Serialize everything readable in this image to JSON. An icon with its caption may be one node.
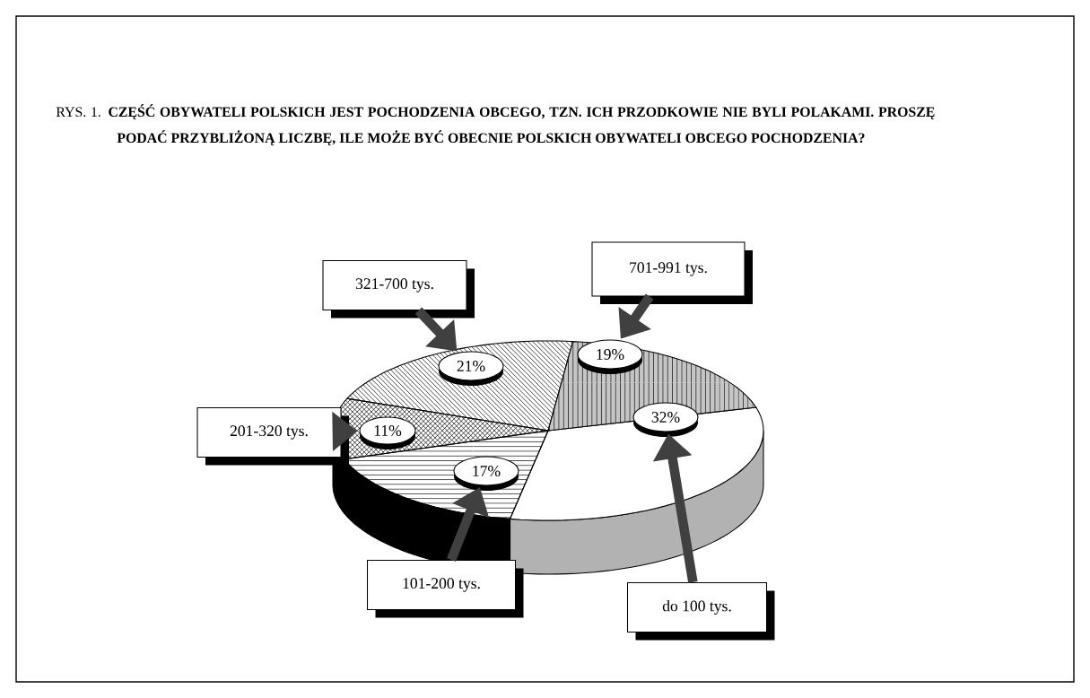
{
  "diagram": {
    "title": "RYS. 1. **CZĘŚĆ OBYWATELI POLSKICH JEST POCHODZENIA OBCEGO, TZN. ICH PRZODKOWIE NIE BYLI POLAKAMI. PROSZĘ PODAĆ PRZYBLIŻONĄ LICZBĘ, ILE MOŻE BYĆ OBECNIE POLSKICH OBYWATELI OBCEGO POCHODZENIA?**",
    "nodes": [
      {
        "text": [
          "321-700 tys."
        ]
      },
      {
        "text": [
          "701-991 tys."
        ]
      },
      {
        "text": [
          "21%"
        ]
      },
      {
        "text": [
          "19%"
        ]
      },
      {
        "text": [
          "201-320 tys."
        ]
      },
      {
        "text": [
          "11%"
        ]
      },
      {
        "text": [
          "32%"
        ]
      },
      {
        "text": [
          "17%"
        ]
      },
      {
        "text": [
          "101-200 tys."
        ]
      },
      {
        "text": [
          "do 100 tys."
        ]
      }
    ],
    "edges": [
      {
        "from": 0,
        "to": 2,
        "arrow": "to"
      },
      {
        "from": 1,
        "to": 3,
        "arrow": "to"
      },
      {
        "from": 4,
        "to": 5,
        "arrow": "to"
      },
      {
        "from": 8,
        "to": 7,
        "arrow": "to"
      },
      {
        "from": 9,
        "to": 6,
        "arrow": "to"
      }
    ]
  }
}
